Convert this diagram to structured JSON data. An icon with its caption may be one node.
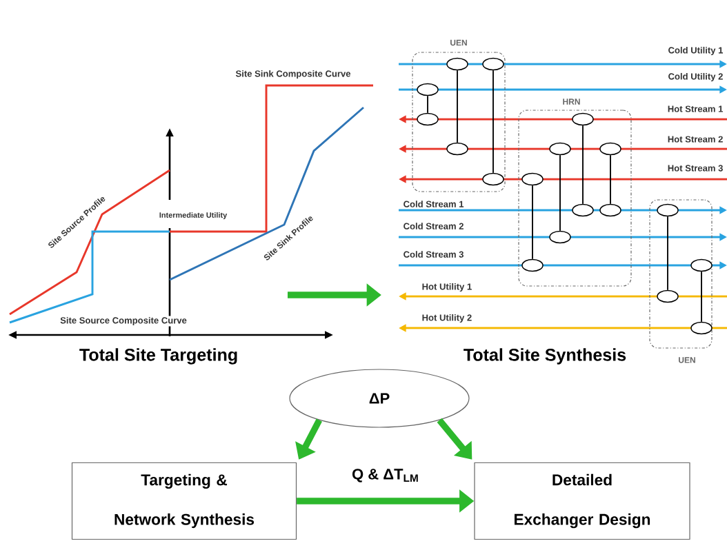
{
  "diagram": {
    "nodes": [
      {
        "text": [
          "UEN"
        ]
      },
      {
        "text": [
          "HRN"
        ]
      },
      {
        "text": [
          "UEN"
        ]
      },
      {
        "text": [],
        "shape": "ellipse",
        "in": 0
      },
      {
        "text": [],
        "shape": "ellipse",
        "in": 0
      },
      {
        "text": [],
        "shape": "ellipse",
        "in": 0
      },
      {
        "text": [],
        "shape": "ellipse",
        "in": 0
      },
      {
        "text": [],
        "shape": "ellipse",
        "in": 0
      },
      {
        "text": [],
        "shape": "ellipse",
        "in": 0
      },
      {
        "text": [],
        "shape": "ellipse",
        "in": 1
      },
      {
        "text": [],
        "shape": "ellipse",
        "in": 1
      },
      {
        "text": [],
        "shape": "ellipse",
        "in": 1
      },
      {
        "text": [],
        "shape": "ellipse",
        "in": 1
      },
      {
        "text": [],
        "shape": "ellipse",
        "in": 1
      },
      {
        "text": [],
        "shape": "ellipse",
        "in": 1
      },
      {
        "text": [],
        "shape": "ellipse",
        "in": 1
      },
      {
        "text": [],
        "shape": "ellipse",
        "in": 1
      },
      {
        "text": [],
        "shape": "ellipse",
        "in": 2
      },
      {
        "text": [],
        "shape": "ellipse",
        "in": 2
      },
      {
        "text": [],
        "shape": "ellipse",
        "in": 2
      },
      {
        "text": [],
        "shape": "ellipse",
        "in": 2
      },
      {
        "text": [
          "ΔP"
        ]
      },
      {
        "text": [
          "Targeting & Network Synthesis"
        ]
      },
      {
        "text": [
          "Detailed Exchanger Design"
        ]
      }
    ],
    "edges": [
      {
        "from": 3,
        "to": 4,
        "arrow": "none"
      },
      {
        "from": 5,
        "to": 6,
        "arrow": "none"
      },
      {
        "from": 7,
        "to": 8,
        "arrow": "none"
      },
      {
        "from": 9,
        "to": 10,
        "arrow": "none"
      },
      {
        "from": 11,
        "to": 12,
        "arrow": "none"
      },
      {
        "from": 13,
        "to": 14,
        "arrow": "none"
      },
      {
        "from": 15,
        "to": 16,
        "arrow": "none"
      },
      {
        "from": 17,
        "to": 18,
        "arrow": "none"
      },
      {
        "from": 19,
        "to": 20,
        "arrow": "none"
      },
      {
        "from": 21,
        "to": 22,
        "arrow": "to",
        "style": "thick",
        "color": "#2db82d"
      },
      {
        "from": 21,
        "to": 23,
        "arrow": "to",
        "style": "thick",
        "color": "#2db82d"
      },
      {
        "from": 22,
        "to": 23,
        "arrow": "to",
        "style": "thick",
        "color": "#2db82d",
        "label": "Q & ΔT$_{LM}$"
      }
    ],
    "labels": [
      "Site Sink Composite Curve",
      "Site Source Profile",
      "Intermediate Utility",
      "Site Sink Profile",
      "Site Source Composite Curve",
      "Total Site Targeting",
      "Cold Utility 1",
      "Cold Utility 2",
      "Hot Stream 1",
      "Hot Stream 2",
      "Hot Stream 3",
      "Cold Stream 1",
      "Cold Stream 2",
      "Cold Stream 3",
      "Hot Utility 1",
      "Hot Utility 2",
      "Total Site Synthesis"
    ]
  }
}
